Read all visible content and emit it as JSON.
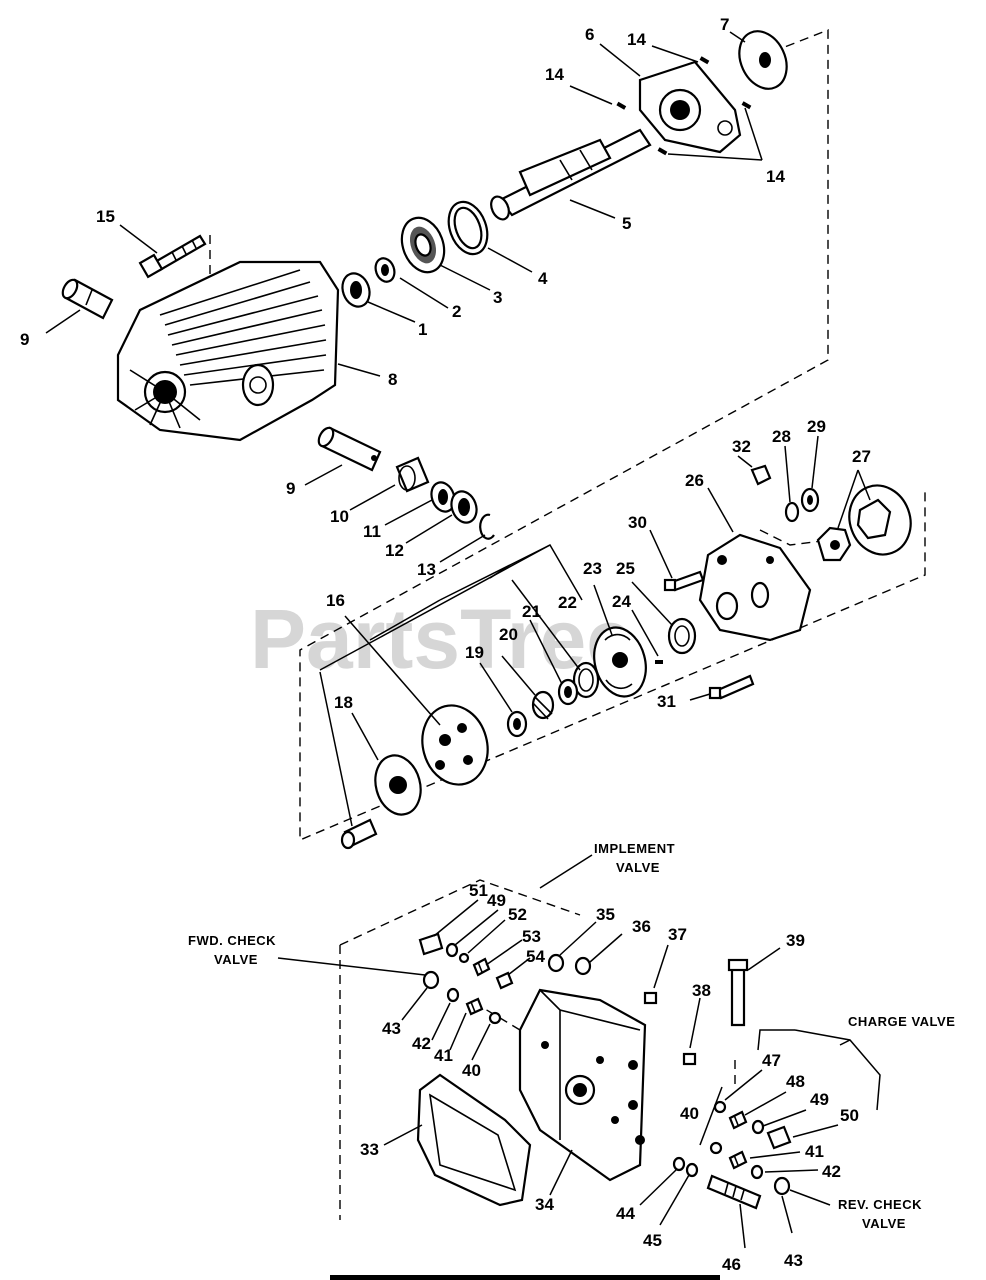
{
  "watermark": "PartsTree",
  "captions": {
    "implement_valve": [
      "IMPLEMENT",
      "VALVE"
    ],
    "fwd_check_valve": [
      "FWD. CHECK",
      "VALVE"
    ],
    "charge_valve": [
      "CHARGE VALVE"
    ],
    "rev_check_valve": [
      "REV. CHECK",
      "VALVE"
    ]
  },
  "callouts": {
    "c1": "1",
    "c2": "2",
    "c3": "3",
    "c4": "4",
    "c5": "5",
    "c6": "6",
    "c7": "7",
    "c8": "8",
    "c9a": "9",
    "c9b": "9",
    "c10": "10",
    "c11": "11",
    "c12": "12",
    "c13": "13",
    "c14a": "14",
    "c14b": "14",
    "c14c": "14",
    "c15": "15",
    "c16": "16",
    "c18": "18",
    "c19": "19",
    "c20": "20",
    "c21": "21",
    "c22": "22",
    "c23": "23",
    "c24": "24",
    "c25": "25",
    "c26": "26",
    "c27": "27",
    "c28": "28",
    "c29": "29",
    "c30": "30",
    "c31": "31",
    "c32": "32",
    "c33": "33",
    "c34": "34",
    "c35": "35",
    "c36": "36",
    "c37": "37",
    "c38": "38",
    "c39": "39",
    "c40a": "40",
    "c40b": "40",
    "c41a": "41",
    "c41b": "41",
    "c42a": "42",
    "c42b": "42",
    "c43a": "43",
    "c43b": "43",
    "c44": "44",
    "c45": "45",
    "c46": "46",
    "c47": "47",
    "c48": "48",
    "c49a": "49",
    "c49b": "49",
    "c50": "50",
    "c51": "51",
    "c52": "52",
    "c53": "53",
    "c54": "54"
  }
}
